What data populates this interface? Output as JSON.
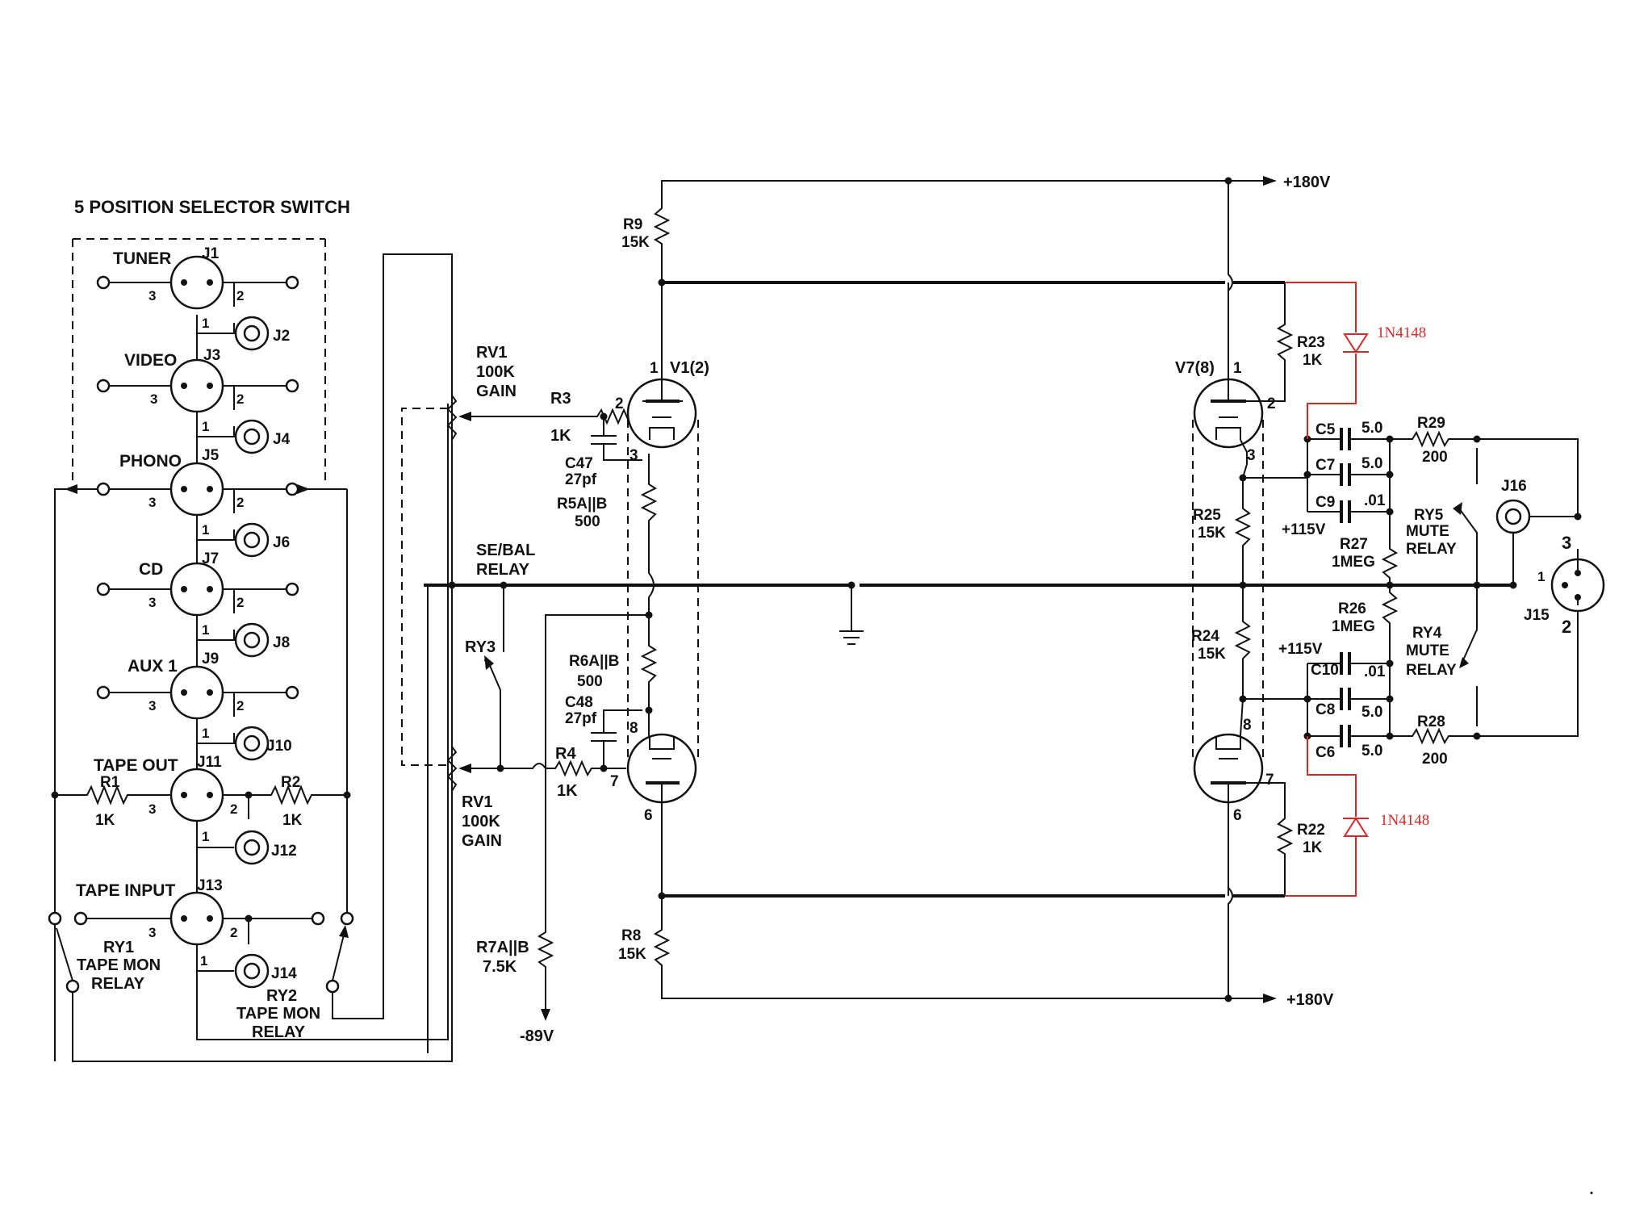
{
  "selector": {
    "title": "5 POSITION SELECTOR SWITCH",
    "inputs": [
      {
        "name": "TUNER",
        "xlr": "J1",
        "rca": "J2"
      },
      {
        "name": "VIDEO",
        "xlr": "J3",
        "rca": "J4"
      },
      {
        "name": "PHONO",
        "xlr": "J5",
        "rca": "J6"
      },
      {
        "name": "CD",
        "xlr": "J7",
        "rca": "J8"
      },
      {
        "name": "AUX 1",
        "xlr": "J9",
        "rca": "J10"
      }
    ],
    "pins": {
      "p1": "1",
      "p2": "2",
      "p3": "3"
    }
  },
  "tape": {
    "out_name": "TAPE OUT",
    "out_xlr": "J11",
    "out_rca": "J12",
    "in_name": "TAPE INPUT",
    "in_xlr": "J13",
    "in_rca": "J14",
    "r1": "R1",
    "r1_val": "1K",
    "r2": "R2",
    "r2_val": "1K",
    "ry1_a": "RY1",
    "ry1_b": "TAPE MON",
    "ry1_c": "RELAY",
    "ry2_a": "RY2",
    "ry2_b": "TAPE MON",
    "ry2_c": "RELAY"
  },
  "gain": {
    "rv1_top_a": "RV1",
    "rv1_top_b": "100K",
    "rv1_top_c": "GAIN",
    "rv1_bot_a": "RV1",
    "rv1_bot_b": "100K",
    "rv1_bot_c": "GAIN",
    "r3": "R3",
    "r3_val": "1K",
    "r4": "R4",
    "r4_val": "1K",
    "c47": "C47",
    "c47_val": "27pf",
    "c48": "C48",
    "c48_val": "27pf",
    "r5": "R5A||B",
    "r5_val": "500",
    "r6": "R6A||B",
    "r6_val": "500",
    "r7": "R7A||B",
    "r7_val": "7.5K",
    "neg_rail": "-89V",
    "sebal_a": "SE/BAL",
    "sebal_b": "RELAY",
    "ry3": "RY3"
  },
  "tubes": {
    "v1": "V1(2)",
    "v7": "V7(8)",
    "pins": {
      "n1": "1",
      "n2": "2",
      "n3": "3",
      "n6": "6",
      "n7": "7",
      "n8": "8"
    }
  },
  "rails": {
    "top": "+180V",
    "bottom": "+180V"
  },
  "loads": {
    "r9": "R9",
    "r9_val": "15K",
    "r8": "R8",
    "r8_val": "15K",
    "r23": "R23",
    "r23_val": "1K",
    "r22": "R22",
    "r22_val": "1K",
    "r25": "R25",
    "r25_val": "15K",
    "r24": "R24",
    "r24_val": "15K"
  },
  "output": {
    "c5": "C5",
    "c5_val": "5.0",
    "c7": "C7",
    "c7_val": "5.0",
    "c9": "C9",
    "c9_val": ".01",
    "c10": "C10",
    "c10_val": ".01",
    "c8": "C8",
    "c8_val": "5.0",
    "c6": "C6",
    "c6_val": "5.0",
    "bias_top": "+115V",
    "bias_bot": "+115V",
    "r27": "R27",
    "r27_val": "1MEG",
    "r26": "R26",
    "r26_val": "1MEG",
    "r29": "R29",
    "r29_val": "200",
    "r28": "R28",
    "r28_val": "200",
    "ry5_a": "RY5",
    "ry5_b": "MUTE",
    "ry5_c": "RELAY",
    "ry4_a": "RY4",
    "ry4_b": "MUTE",
    "ry4_c": "RELAY",
    "j16": "J16",
    "j15": "J15",
    "j15_p1": "1",
    "j15_p2": "2",
    "j15_p3": "3"
  },
  "mods": {
    "d_top": "1N4148",
    "d_bot": "1N4148",
    "color": "#d22a2a"
  }
}
